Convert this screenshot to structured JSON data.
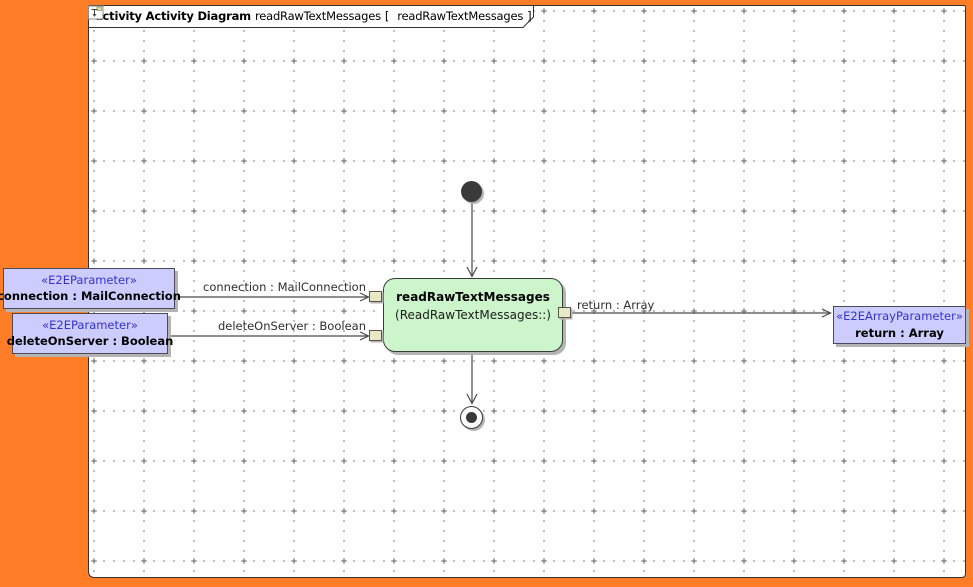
{
  "frame_tab": {
    "diagram_kind": "activity Activity Diagram",
    "diagram_name": "readRawTextMessages",
    "open_bracket": "[",
    "context_name": "readRawTextMessages",
    "close_bracket": "]",
    "icon": "activity-diagram-icon"
  },
  "activity": {
    "name": "readRawTextMessages",
    "qualifier": "(ReadRawTextMessages::)"
  },
  "params": [
    {
      "stereotype": "«E2EParameter»",
      "name": "connection : MailConnection"
    },
    {
      "stereotype": "«E2EParameter»",
      "name": "deleteOnServer : Boolean"
    },
    {
      "stereotype": "«E2EArrayParameter»",
      "name": "return : Array"
    }
  ],
  "edge_labels": [
    {
      "label": "connection : MailConnection"
    },
    {
      "label": "deleteOnServer : Boolean"
    },
    {
      "label": "return : Array"
    }
  ],
  "colors": {
    "frame_background": "#FF7D26",
    "canvas_background": "#FFFFFF",
    "parameter_fill": "#CCCCFF",
    "activity_fill": "#CCF5CC",
    "pin_fill": "#E8E8C8",
    "stereotype_text": "#3333CC",
    "line": "#4A4A4A",
    "shadow": "#B4B4B4",
    "grid_dot": "#9F9F9F"
  }
}
